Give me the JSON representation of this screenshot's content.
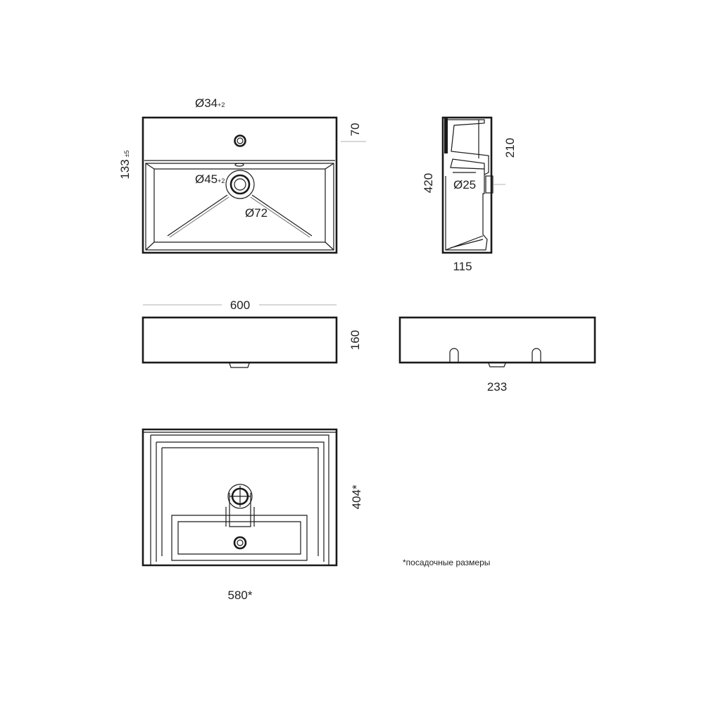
{
  "top_view": {
    "tap_hole": "Ø34",
    "tap_hole_tol": "+2",
    "overflow_height": "70",
    "depth": "133",
    "depth_tol": "±5",
    "drain_hole": "Ø45",
    "drain_hole_tol": "+2",
    "drain_outer": "Ø72"
  },
  "side_section": {
    "height_upper": "210",
    "total_depth": "420",
    "drain_pipe": "Ø25",
    "bottom_width": "115"
  },
  "front_view": {
    "width": "600",
    "height": "160"
  },
  "side_view": {
    "width": "233"
  },
  "bottom_view": {
    "mount_width": "580*",
    "mount_depth": "404*"
  },
  "footnote": "*посадочные размеры"
}
